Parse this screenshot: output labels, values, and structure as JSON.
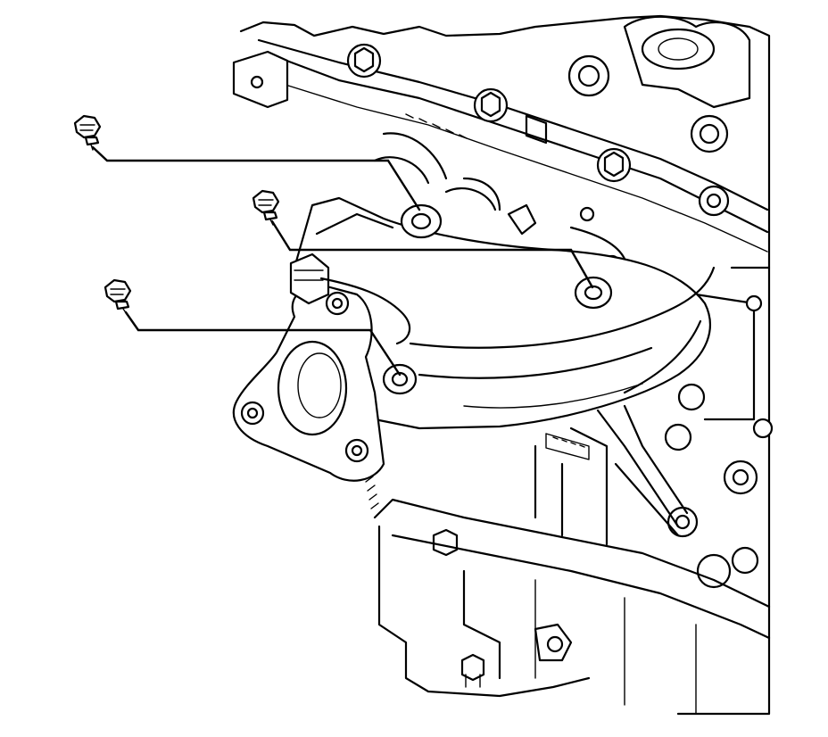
{
  "diagram": {
    "type": "exploded-view line drawing",
    "subject_icons": [
      "engine-block-icon",
      "exhaust-manifold-icon",
      "bolt-icon"
    ],
    "colors": {
      "line": "#000000",
      "background": "#ffffff"
    },
    "callouts": [
      {
        "name": "upper-bolt",
        "icon": "bolt-icon"
      },
      {
        "name": "middle-bolt",
        "icon": "bolt-icon"
      },
      {
        "name": "lower-bolt",
        "icon": "bolt-icon"
      }
    ]
  }
}
